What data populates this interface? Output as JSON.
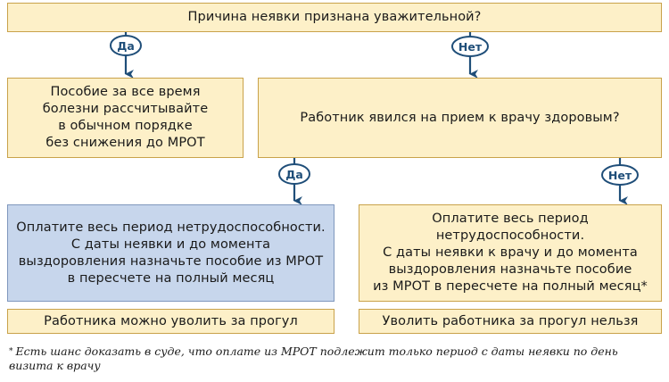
{
  "question1": "Причина неявки признана уважительной?",
  "branch1_yes_label": "Да",
  "branch1_no_label": "Нет",
  "result_yes1": "Пособие за все время\nболезни рассчитывайте\nв обычном порядке\nбез снижения до МРОТ",
  "question2": "Работник явился на прием к врачу здоровым?",
  "branch2_yes_label": "Да",
  "branch2_no_label": "Нет",
  "result_yes2": "Оплатите весь период нетрудоспособности.\nС даты неявки и до момента\nвыздоровления назначьте пособие из МРОТ\nв пересчете на полный месяц",
  "result_no2": "Оплатите весь период\nнетрудоспособности.\nС даты неявки к врачу и до момента\nвыздоровления назначьте пособие\nиз МРОТ в пересчете на полный месяц*",
  "outcome_yes2": "Работника можно уволить за прогул",
  "outcome_no2": "Уволить работника за прогул нельзя",
  "footnote_marker": "*",
  "footnote_text": "Есть шанс доказать в суде, что оплате из МРОТ подлежит только период с даты неявки по день визита к врачу",
  "colors": {
    "box_fill": "#fdf0c8",
    "box_border": "#c9a24a",
    "highlight_fill": "#c7d6ec",
    "connector": "#1f4e79"
  }
}
